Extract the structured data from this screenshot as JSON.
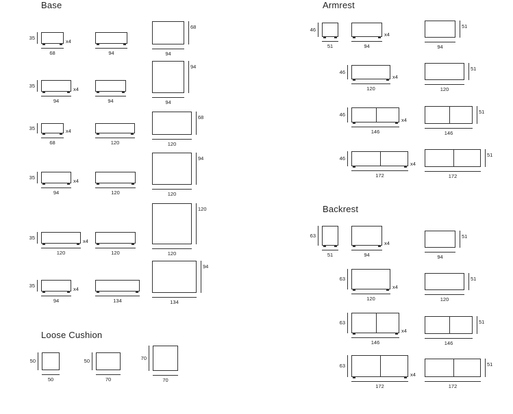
{
  "sections": {
    "base": "Base",
    "armrest": "Armrest",
    "backrest": "Backrest",
    "loose_cushion": "Loose Cushion"
  },
  "base": {
    "rows": [
      {
        "h": "35",
        "items": [
          {
            "w": "68",
            "qty": "x4"
          },
          {
            "w": "94"
          },
          {
            "w": "94",
            "h": "68"
          }
        ]
      },
      {
        "h": "35",
        "items": [
          {
            "w": "94",
            "qty": "x4"
          },
          {
            "w": "94"
          },
          {
            "w": "94",
            "h": "94"
          }
        ]
      },
      {
        "h": "35",
        "items": [
          {
            "w": "68",
            "qty": "x4"
          },
          {
            "w": "120"
          },
          {
            "w": "120",
            "h": "68"
          }
        ]
      },
      {
        "h": "35",
        "items": [
          {
            "w": "94",
            "qty": "x4"
          },
          {
            "w": "120"
          },
          {
            "w": "120",
            "h": "94"
          }
        ]
      },
      {
        "h": "35",
        "items": [
          {
            "w": "120",
            "qty": "x4"
          },
          {
            "w": "120"
          },
          {
            "w": "120",
            "h": "120"
          }
        ]
      },
      {
        "h": "35",
        "items": [
          {
            "w": "94",
            "qty": "x4"
          },
          {
            "w": "134"
          },
          {
            "w": "134",
            "h": "94"
          }
        ]
      }
    ]
  },
  "armrest": {
    "rows": [
      {
        "h": "46",
        "items": [
          {
            "w": "51"
          },
          {
            "w": "94",
            "qty": "x4"
          },
          {
            "w": "94",
            "h": "51"
          }
        ]
      },
      {
        "h": "46",
        "items": [
          {
            "w": "120",
            "qty": "x4"
          },
          {
            "w": "120",
            "h": "51"
          }
        ]
      },
      {
        "h": "46",
        "items": [
          {
            "w": "146",
            "qty": "x4"
          },
          {
            "w": "146",
            "h": "51"
          }
        ]
      },
      {
        "h": "46",
        "items": [
          {
            "w": "172",
            "qty": "x4"
          },
          {
            "w": "172",
            "h": "51"
          }
        ]
      }
    ]
  },
  "backrest": {
    "rows": [
      {
        "h": "63",
        "items": [
          {
            "w": "51"
          },
          {
            "w": "94",
            "qty": "x4"
          },
          {
            "w": "94",
            "h": "51"
          }
        ]
      },
      {
        "h": "63",
        "items": [
          {
            "w": "120",
            "qty": "x4"
          },
          {
            "w": "120",
            "h": "51"
          }
        ]
      },
      {
        "h": "63",
        "items": [
          {
            "w": "146",
            "qty": "x4"
          },
          {
            "w": "146",
            "h": "51"
          }
        ]
      },
      {
        "h": "63",
        "items": [
          {
            "w": "172",
            "qty": "x4"
          },
          {
            "w": "172",
            "h": "51"
          }
        ]
      }
    ]
  },
  "loose_cushion": {
    "items": [
      {
        "w": "50",
        "h": "50"
      },
      {
        "w": "70",
        "h": "50"
      },
      {
        "w": "70",
        "h": "70"
      }
    ]
  }
}
